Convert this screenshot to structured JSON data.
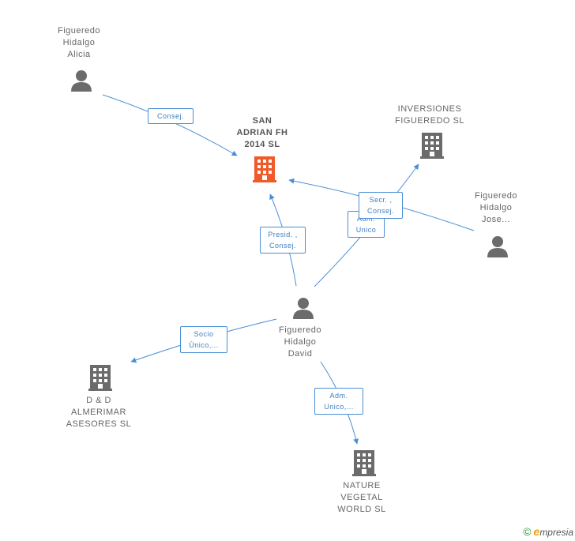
{
  "colors": {
    "edge": "#4a8fd6",
    "person": "#6b6b6b",
    "company": "#6b6b6b",
    "main_company": "#f05a28"
  },
  "nodes": {
    "alicia": {
      "label": "Figueredo\nHidalgo\nAlicia",
      "icon": "person-icon"
    },
    "san_adrian": {
      "label": "SAN\nADRIAN FH\n2014  SL",
      "icon": "building-icon"
    },
    "inversiones": {
      "label": "INVERSIONES\nFIGUEREDO SL",
      "icon": "building-icon"
    },
    "jose": {
      "label": "Figueredo\nHidalgo\nJose...",
      "icon": "person-icon"
    },
    "david": {
      "label": "Figueredo\nHidalgo\nDavid",
      "icon": "person-icon"
    },
    "dd": {
      "label": "D & D\nALMERIMAR\nASESORES  SL",
      "icon": "building-icon"
    },
    "nature": {
      "label": "NATURE\nVEGETAL\nWORLD  SL",
      "icon": "building-icon"
    }
  },
  "edges": {
    "alicia_san": "Consej.",
    "jose_san": "Secr. ,\nConsej.",
    "david_inv": "Adm.\nUnico",
    "david_san": "Presid. ,\nConsej.",
    "david_dd": "Socio\nÚnico,...",
    "david_nature": "Adm.\nUnico,..."
  },
  "footer": {
    "copyright": "©",
    "brand_initial": "e",
    "brand_rest": "mpresia"
  }
}
